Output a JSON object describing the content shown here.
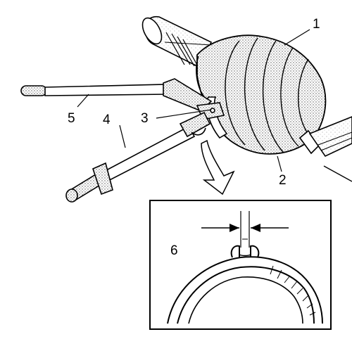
{
  "diagram": {
    "callouts": {
      "boot": "1",
      "clamp_outer": "2",
      "clamp_inner": "3",
      "pliers_handle_lower": "4",
      "pliers_handle_upper": "5",
      "gap_measurement": "6"
    }
  },
  "colors": {
    "line": "#000000",
    "fill": "#ffffff",
    "shade": "#cfcfcf"
  }
}
